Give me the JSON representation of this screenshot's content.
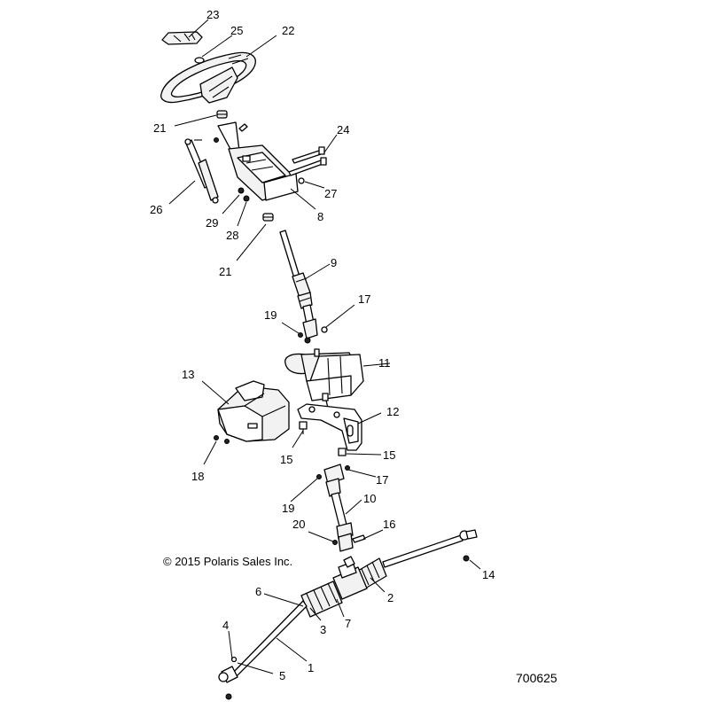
{
  "callouts": [
    {
      "id": "c23",
      "label": "23"
    },
    {
      "id": "c25",
      "label": "25"
    },
    {
      "id": "c22",
      "label": "22"
    },
    {
      "id": "c21a",
      "label": "21"
    },
    {
      "id": "c24",
      "label": "24"
    },
    {
      "id": "c26",
      "label": "26"
    },
    {
      "id": "c27",
      "label": "27"
    },
    {
      "id": "c29",
      "label": "29"
    },
    {
      "id": "c8",
      "label": "8"
    },
    {
      "id": "c28",
      "label": "28"
    },
    {
      "id": "c21b",
      "label": "21"
    },
    {
      "id": "c9",
      "label": "9"
    },
    {
      "id": "c19a",
      "label": "19"
    },
    {
      "id": "c17a",
      "label": "17"
    },
    {
      "id": "c11",
      "label": "11"
    },
    {
      "id": "c13",
      "label": "13"
    },
    {
      "id": "c12",
      "label": "12"
    },
    {
      "id": "c15a",
      "label": "15"
    },
    {
      "id": "c15b",
      "label": "15"
    },
    {
      "id": "c18",
      "label": "18"
    },
    {
      "id": "c17b",
      "label": "17"
    },
    {
      "id": "c19b",
      "label": "19"
    },
    {
      "id": "c10",
      "label": "10"
    },
    {
      "id": "c20",
      "label": "20"
    },
    {
      "id": "c16",
      "label": "16"
    },
    {
      "id": "c14",
      "label": "14"
    },
    {
      "id": "c2",
      "label": "2"
    },
    {
      "id": "c6",
      "label": "6"
    },
    {
      "id": "c3",
      "label": "3"
    },
    {
      "id": "c7",
      "label": "7"
    },
    {
      "id": "c4",
      "label": "4"
    },
    {
      "id": "c1",
      "label": "1"
    },
    {
      "id": "c5",
      "label": "5"
    }
  ],
  "copyright": "© 2015 Polaris Sales Inc.",
  "diagram_number": "700625"
}
